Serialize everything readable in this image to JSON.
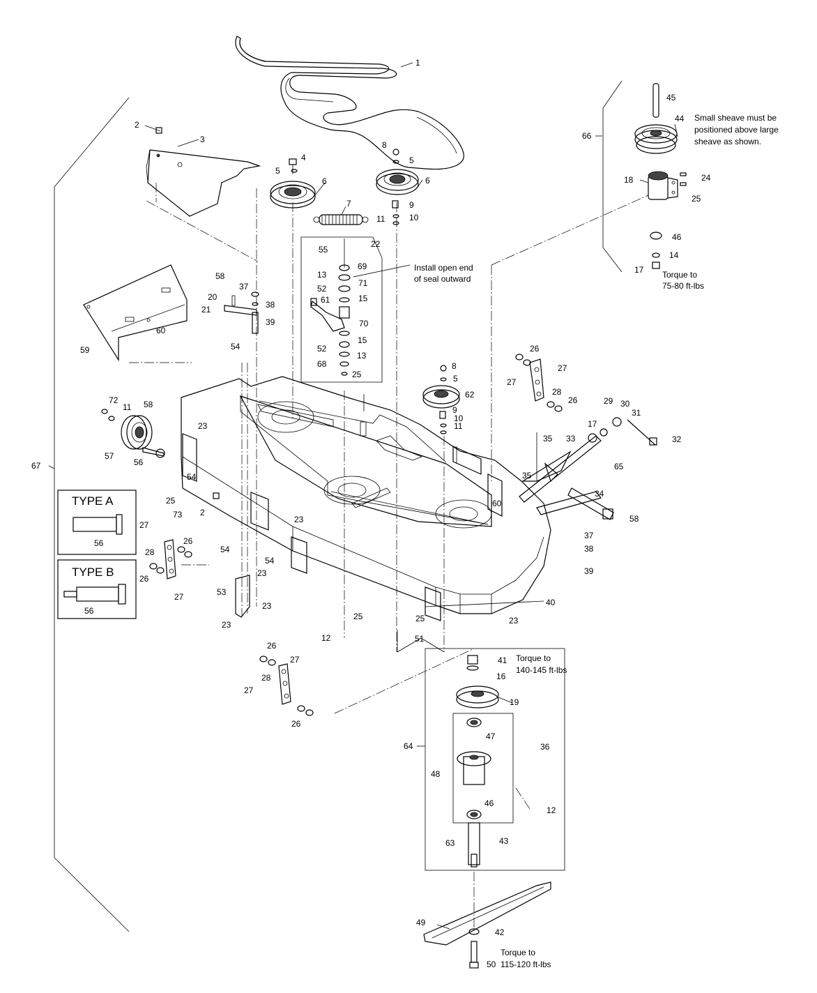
{
  "notes": {
    "seal": [
      "Install open end",
      "of seal outward"
    ],
    "sheave": [
      "Small sheave must be",
      "positioned above large",
      "sheave as shown."
    ],
    "torque_top": [
      "Torque to",
      "75-80 ft-lbs"
    ],
    "torque_spindle": [
      "Torque to",
      "140-145 ft-lbs"
    ],
    "torque_blade": [
      "Torque to",
      "115-120 ft-lbs"
    ]
  },
  "inset_a": {
    "title": "TYPE A",
    "part": "56"
  },
  "inset_b": {
    "title": "TYPE B",
    "part": "56"
  },
  "callouts": [
    "1",
    "2",
    "3",
    "4",
    "5",
    "6",
    "5",
    "6",
    "8",
    "7",
    "9",
    "10",
    "11",
    "55",
    "22",
    "69",
    "71",
    "13",
    "52",
    "15",
    "61",
    "70",
    "15",
    "52",
    "13",
    "68",
    "25",
    "45",
    "44",
    "66",
    "18",
    "24",
    "25",
    "46",
    "14",
    "17",
    "58",
    "37",
    "20",
    "38",
    "21",
    "39",
    "60",
    "59",
    "54",
    "72",
    "11",
    "58",
    "57",
    "56",
    "23",
    "54",
    "25",
    "73",
    "2",
    "23",
    "27",
    "26",
    "28",
    "26",
    "27",
    "54",
    "54",
    "23",
    "53",
    "23",
    "23",
    "8",
    "5",
    "62",
    "9",
    "10",
    "11",
    "26",
    "27",
    "27",
    "28",
    "26",
    "29",
    "30",
    "17",
    "31",
    "32",
    "35",
    "33",
    "35",
    "65",
    "60",
    "34",
    "58",
    "37",
    "38",
    "39",
    "40",
    "23",
    "25",
    "12",
    "25",
    "51",
    "26",
    "27",
    "28",
    "27",
    "26",
    "41",
    "16",
    "19",
    "47",
    "36",
    "48",
    "64",
    "46",
    "12",
    "63",
    "43",
    "49",
    "42",
    "50",
    "67"
  ]
}
